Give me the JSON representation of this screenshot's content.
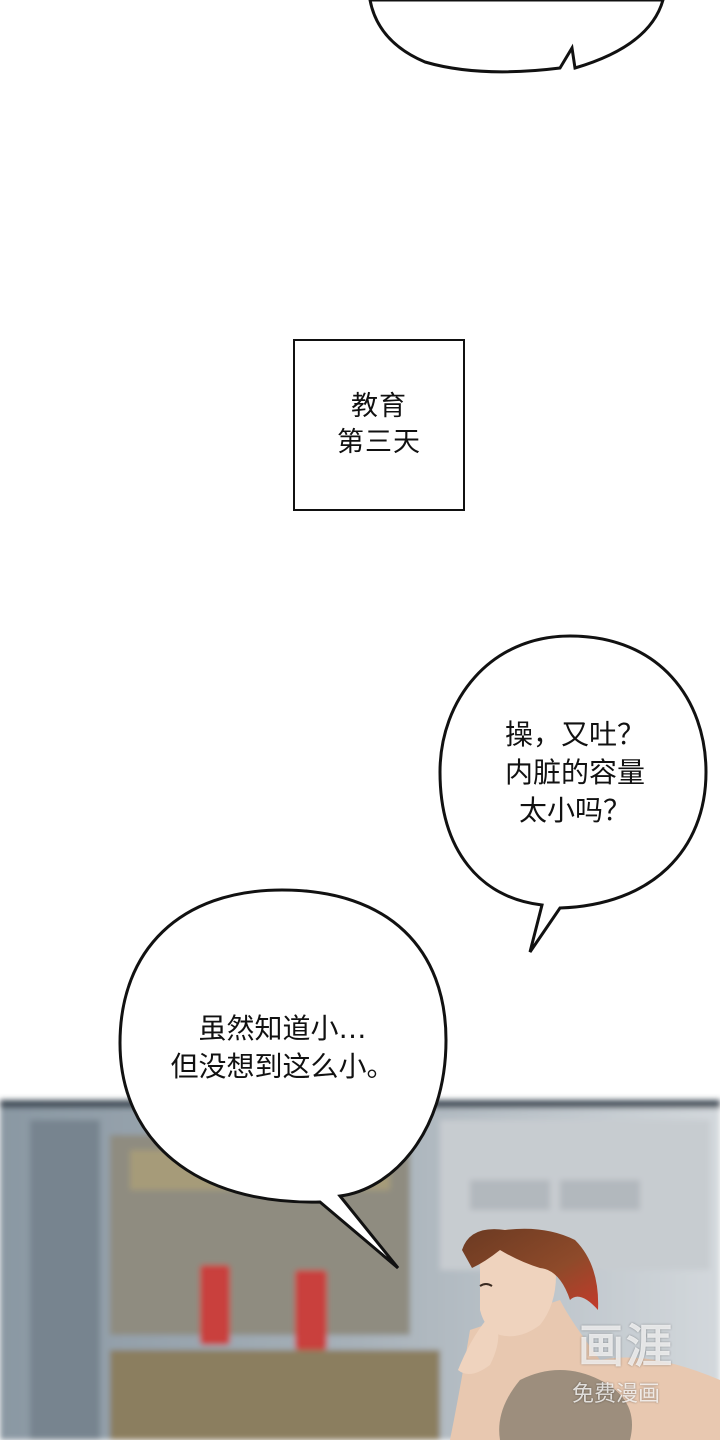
{
  "caption": {
    "line1": "教育",
    "line2": "第三天"
  },
  "bubble_right": {
    "line1": "操，又吐？",
    "line2": "内脏的容量",
    "line3": "太小吗？"
  },
  "bubble_left": {
    "line1": "虽然知道小…",
    "line2": "但没想到这么小。"
  },
  "watermark": {
    "logo": "画涯",
    "sub": "免费漫画"
  }
}
